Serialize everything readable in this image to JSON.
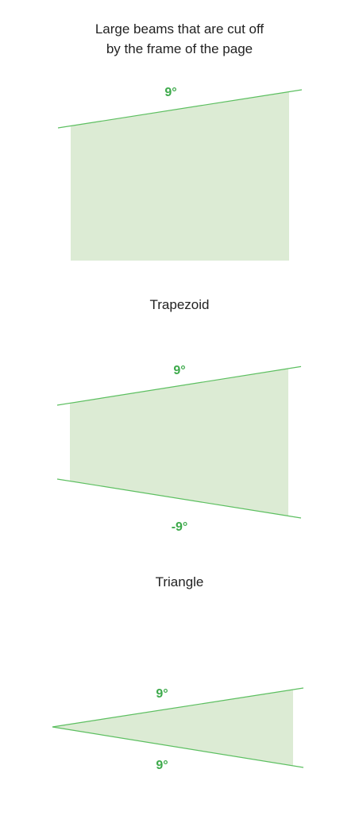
{
  "colors": {
    "fill": "#dcebd4",
    "line": "#5cbf60",
    "angle_text": "#3daa4b",
    "caption_text": "#222222",
    "background": "#ffffff"
  },
  "sections": [
    {
      "shape": "rectangle-cut-off",
      "caption_lines": [
        "Large beams that are cut off",
        "by the frame of the page"
      ],
      "angles": {
        "top": "9°"
      }
    },
    {
      "shape": "trapezoid",
      "caption_lines": [
        "Trapezoid"
      ],
      "angles": {
        "top": "9°",
        "bottom": "-9°"
      }
    },
    {
      "shape": "triangle",
      "caption_lines": [
        "Triangle"
      ],
      "angles": {
        "top": "9°",
        "bottom": "9°"
      }
    }
  ]
}
